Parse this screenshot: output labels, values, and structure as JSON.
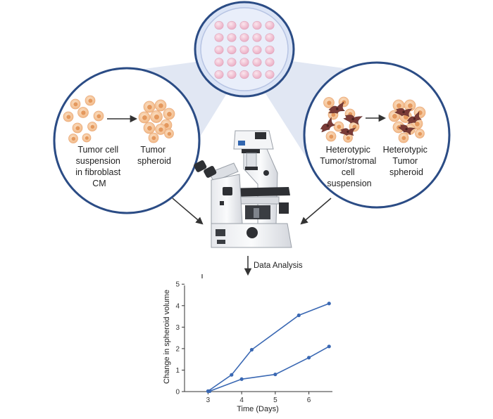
{
  "left_panel": {
    "suspension_lines": [
      "Tumor cell",
      "suspension",
      "in fibroblast",
      "CM"
    ],
    "spheroid_lines": [
      "Tumor",
      "spheroid"
    ]
  },
  "right_panel": {
    "suspension_lines": [
      "Heterotypic",
      "Tumor/stromal",
      "cell",
      "suspension"
    ],
    "spheroid_lines": [
      "Heterotypic",
      "Tumor",
      "spheroid"
    ]
  },
  "step_label": "Data Analysis",
  "colors": {
    "circle_border": "#2b4c85",
    "cell_fill": "#f6c89d",
    "cell_nucleus": "#e08d4e",
    "fibroblast": "#7a3b37",
    "well": "#f2c6d6",
    "dish": "#dbe4f6",
    "beam": "#c9d3ea",
    "series": "#3a68b3"
  },
  "chart_data": {
    "type": "line",
    "title": "",
    "xlabel": "Time (Days)",
    "ylabel": "Change in spheroid volume",
    "xlim": [
      2.3,
      6.7
    ],
    "ylim": [
      0,
      5.4
    ],
    "xticks": [
      3,
      4,
      5,
      6
    ],
    "yticks": [
      0,
      1,
      2,
      3,
      4,
      5
    ],
    "grid": false,
    "series": [
      {
        "points": [
          [
            3.0,
            0.02
          ],
          [
            3.7,
            0.78
          ],
          [
            4.3,
            1.95
          ],
          [
            5.7,
            3.55
          ],
          [
            6.6,
            4.1
          ]
        ]
      },
      {
        "points": [
          [
            3.05,
            0.02
          ],
          [
            4.0,
            0.58
          ],
          [
            5.0,
            0.8
          ],
          [
            6.0,
            1.58
          ],
          [
            6.6,
            2.1
          ]
        ]
      }
    ]
  }
}
